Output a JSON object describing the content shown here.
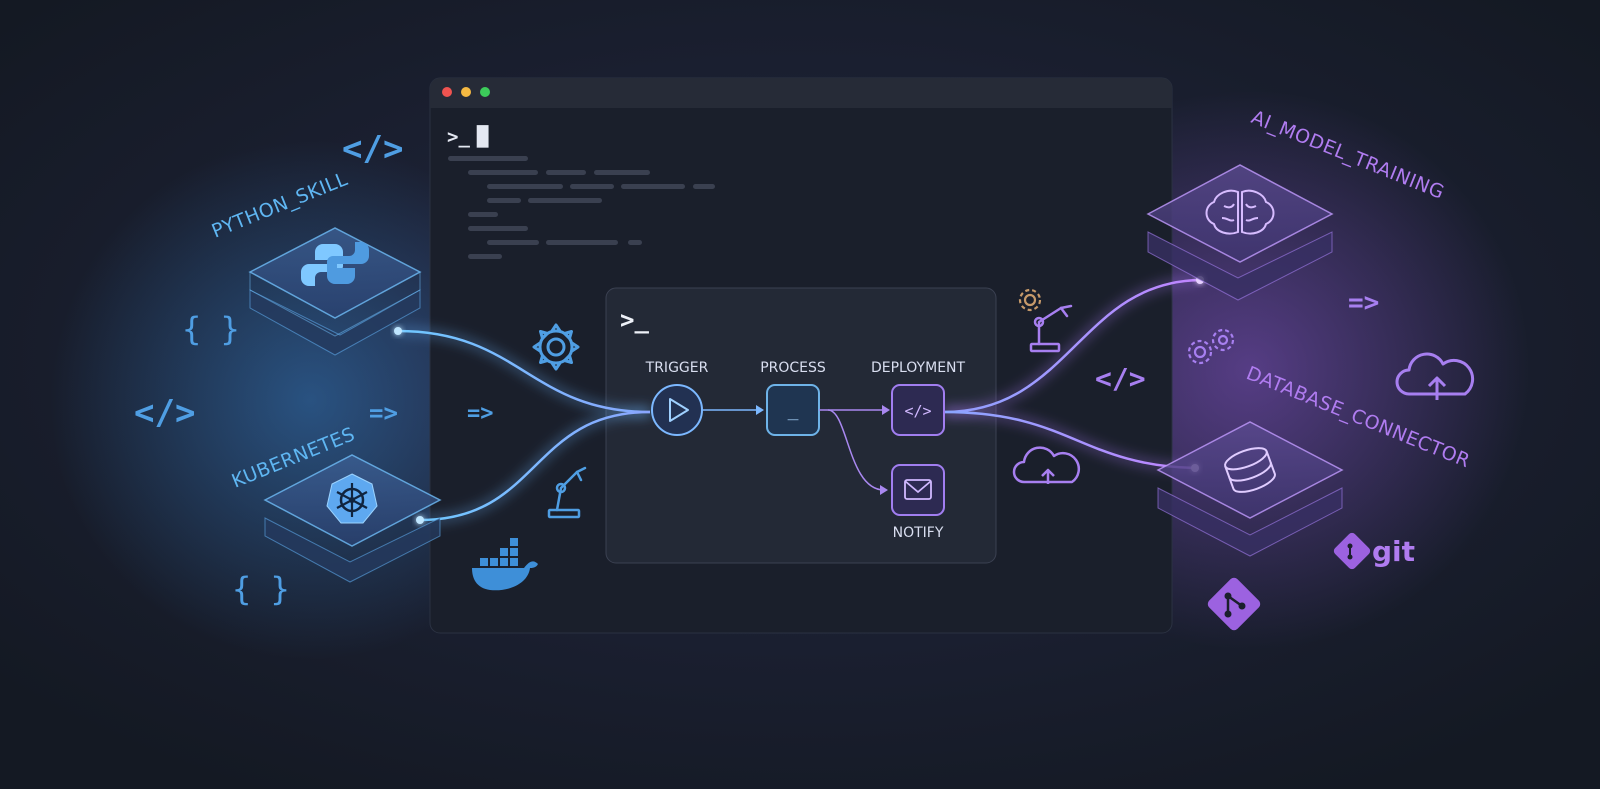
{
  "colors": {
    "background": "#151a26",
    "window": "#1a1f2b",
    "titlebar": "#252a36",
    "blue_accent": "#5fb6f2",
    "purple_accent": "#b07cf0",
    "traffic_red": "#ef5350",
    "traffic_yellow": "#f5b942",
    "traffic_green": "#3ccc5a"
  },
  "terminal_window": {
    "prompt": ">_",
    "cursor": "█"
  },
  "workflow_panel": {
    "prompt": ">_",
    "steps": {
      "trigger": "TRIGGER",
      "process": "PROCESS",
      "deployment": "DEPLOYMENT",
      "notify": "NOTIFY"
    },
    "process_glyph": "_"
  },
  "skills": {
    "python": "PYTHON_SKILL",
    "kubernetes": "KUBERNETES",
    "ai_model": "AI_MODEL_TRAINING",
    "database": "DATABASE_CONNECTOR"
  },
  "decorations": {
    "code_tag": "</>",
    "braces": "{ }",
    "arrow": "=>",
    "git_text": "git"
  },
  "icons": {
    "python": "python-logo-icon",
    "kubernetes": "kubernetes-helm-icon",
    "brain": "brain-icon",
    "database": "database-icon",
    "gear": "gear-icon",
    "robot_arm": "robotic-arm-icon",
    "docker": "docker-whale-icon",
    "cloud": "cloud-icon",
    "cloud_upload": "cloud-upload-icon",
    "git": "git-logo-icon"
  }
}
